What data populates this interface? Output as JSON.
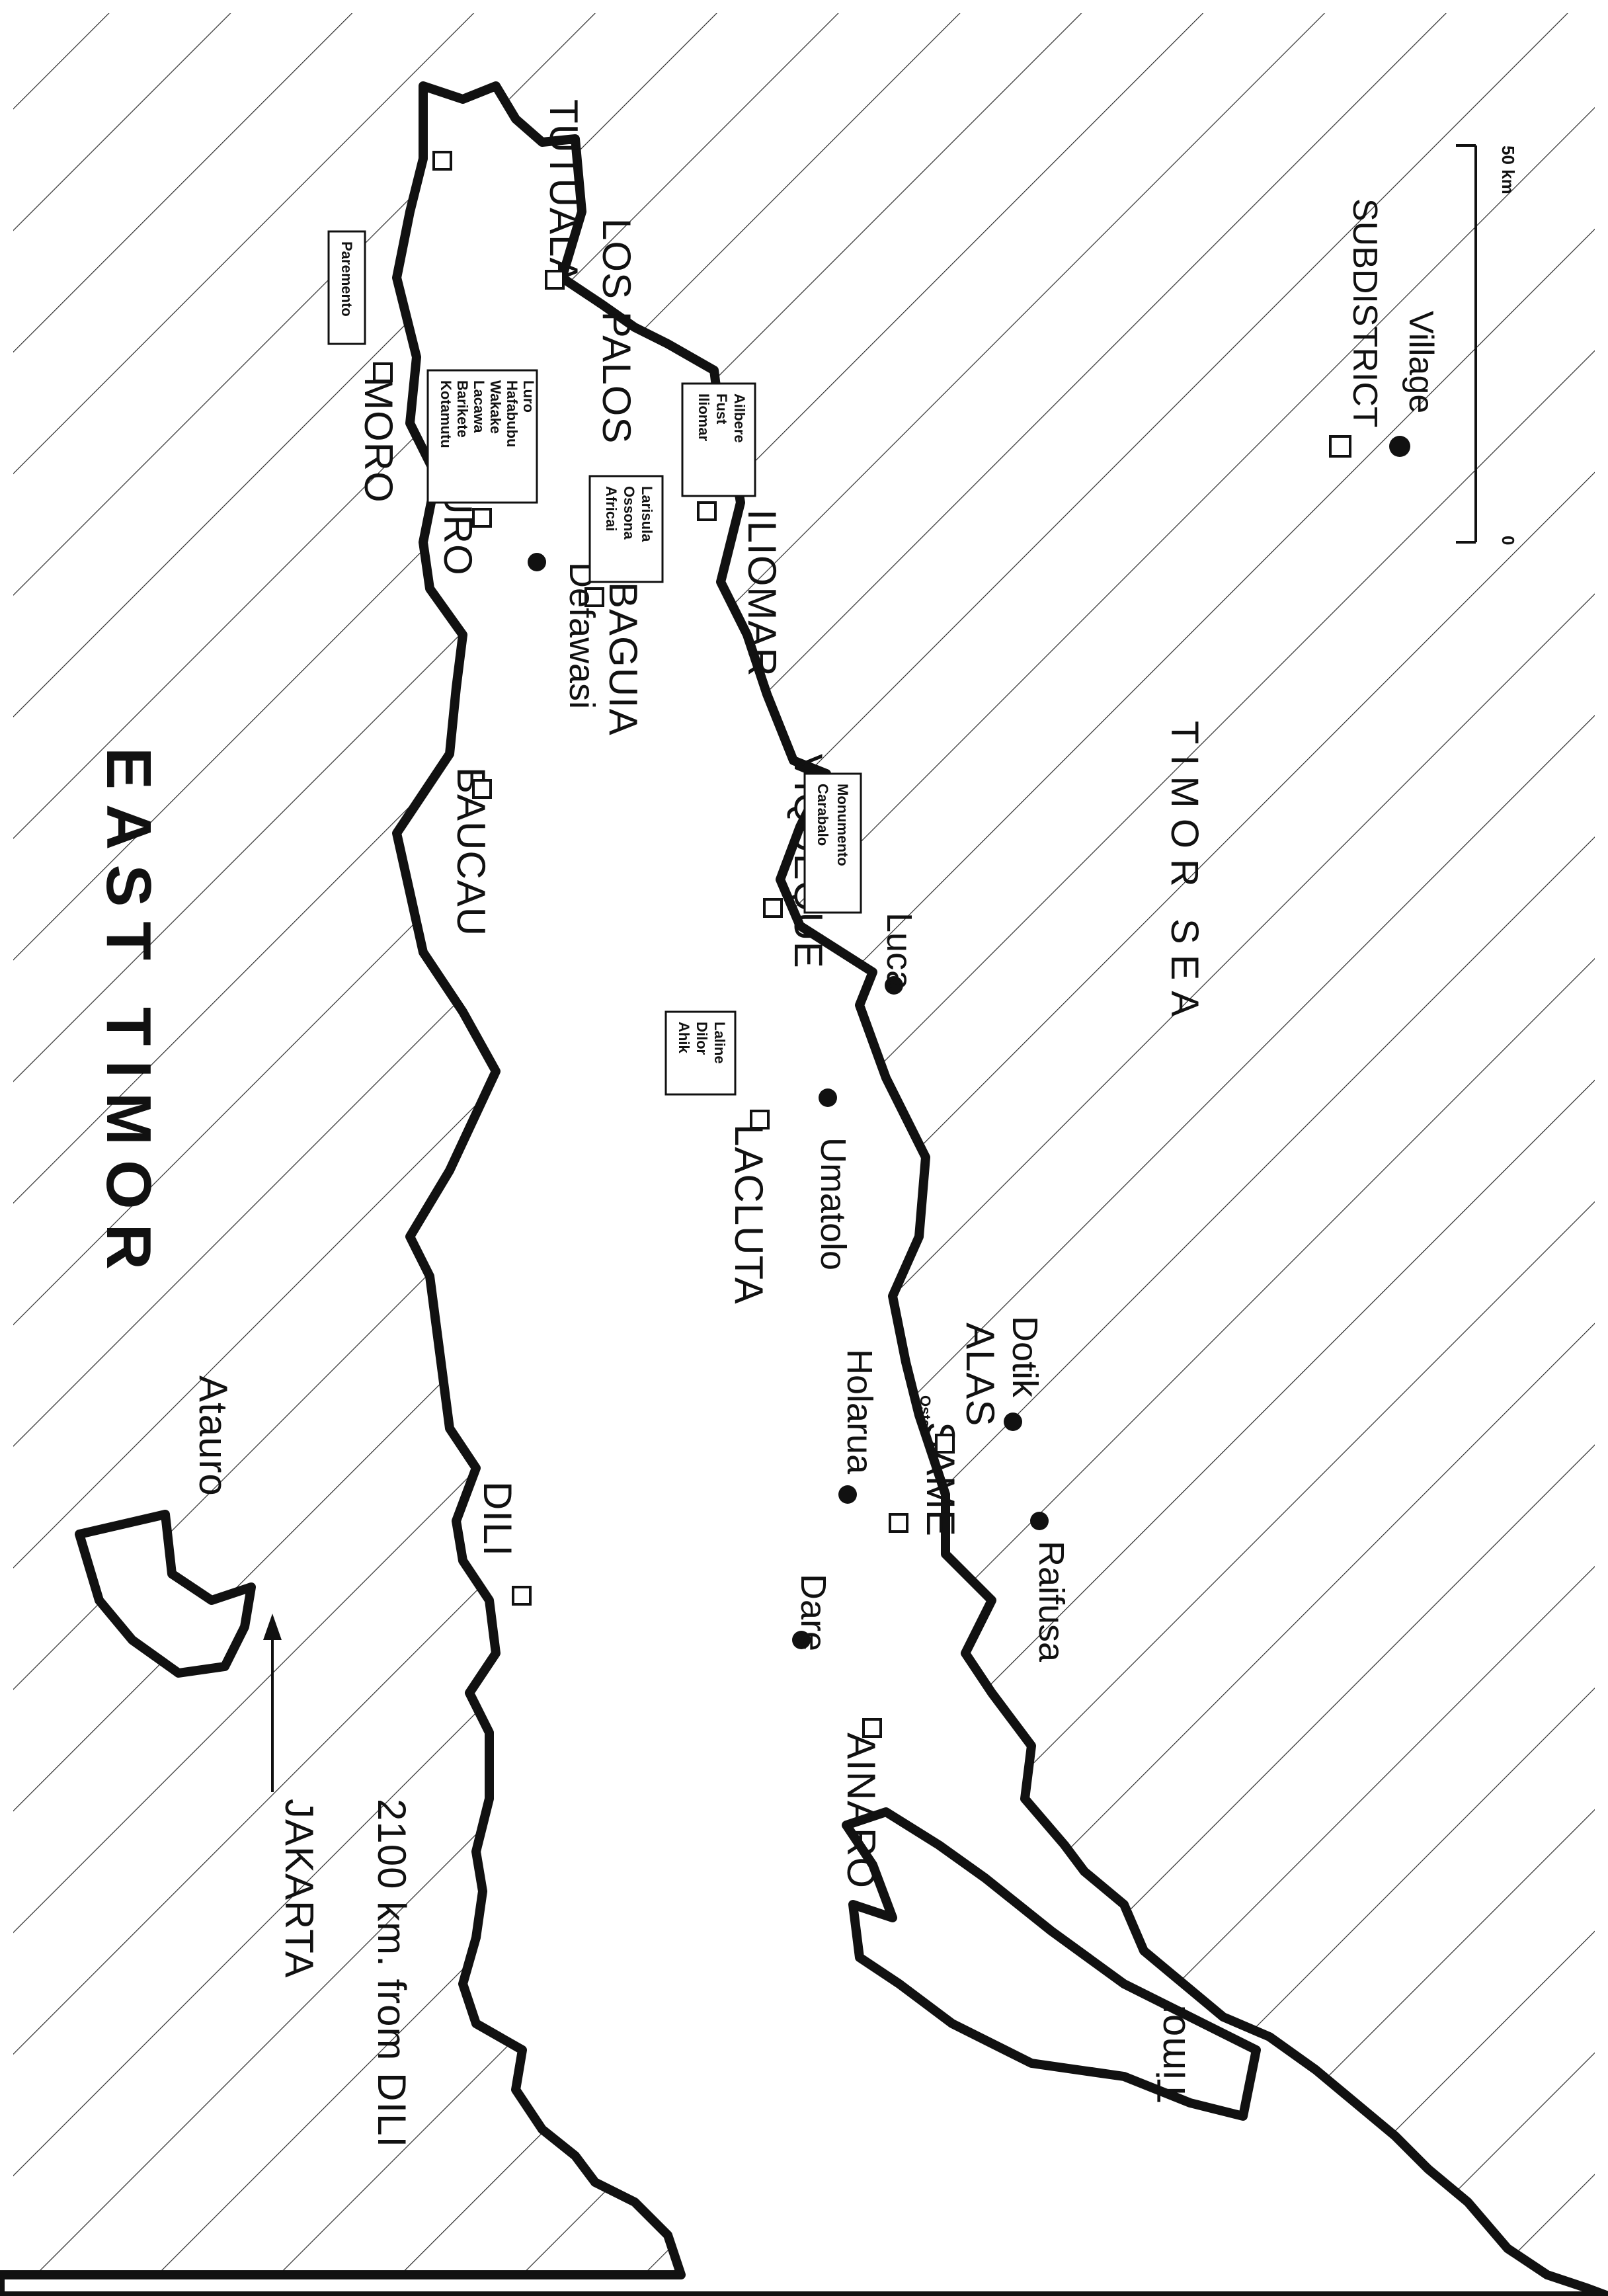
{
  "map": {
    "title": "EAST TIMOR",
    "sea_label": "TIMOR SEA",
    "neighbor_label": "Timor",
    "island_label": "Atauro",
    "direction_note": {
      "line1": "JAKARTA",
      "line2": "2100 km. from DILI"
    },
    "subdistricts": [
      "TUTUALA",
      "LOS PALOS",
      "MORO",
      "LURO",
      "BAGUIA",
      "ILIOMAR",
      "BAUCAU",
      "VIQUEQUE",
      "LACLUTA",
      "SAME",
      "ALAS",
      "DILI",
      "AINARO"
    ],
    "villages": [
      "Defawasi",
      "Luca",
      "Umatolo",
      "Holarua",
      "Dotik",
      "Raifusa",
      "Dare"
    ],
    "village_groups": {
      "paremento": [
        "Paremento"
      ],
      "luro": [
        "Kotamutu",
        "Barikete",
        "Lacawa",
        "Wakake",
        "Hafabubu",
        "Luro"
      ],
      "baguia": [
        "Africai",
        "Ossona",
        "Larisula"
      ],
      "iliomar": [
        "Iliomar",
        "Fust",
        "Ailbere"
      ],
      "viqueque": [
        "Carabalo",
        "Monumento"
      ],
      "lacluta": [
        "Ahik",
        "Dilor",
        "Laline"
      ]
    },
    "annotation": "Ostal",
    "colors": {
      "ink": "#111111",
      "hatch": "#2a2a2a",
      "paper": "#ffffff"
    }
  },
  "legend": {
    "subdistrict": "SUBDISTRICT",
    "village": "Village",
    "scale_start": "0",
    "scale_end": "50 km"
  }
}
